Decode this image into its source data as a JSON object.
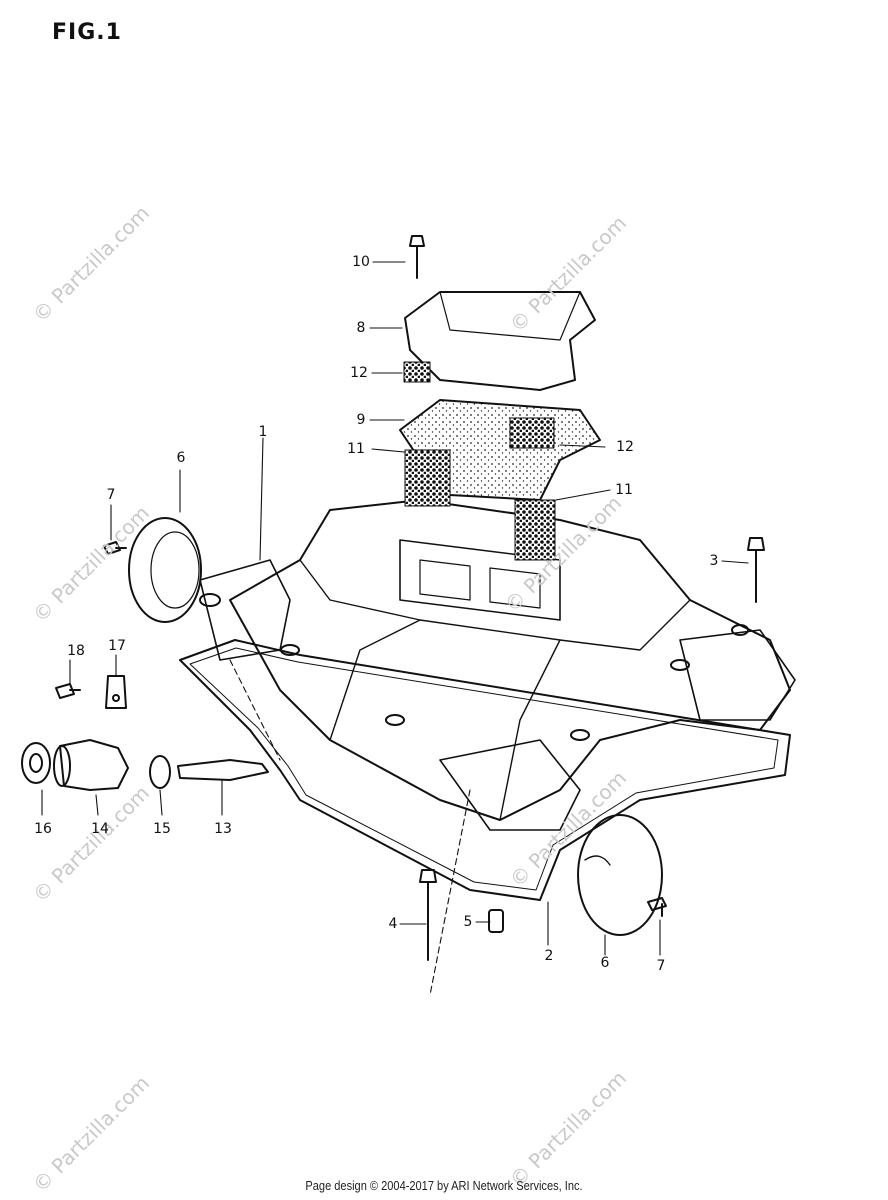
{
  "figure": {
    "title": "FIG.1"
  },
  "watermark": "© Partzilla.com",
  "footer": "Page design © 2004-2017 by ARI Network Services, Inc.",
  "callouts": [
    "10",
    "8",
    "12",
    "9",
    "12",
    "11",
    "11",
    "1",
    "6",
    "7",
    "3",
    "18",
    "17",
    "16",
    "14",
    "15",
    "13",
    "4",
    "5",
    "2",
    "6",
    "7"
  ]
}
